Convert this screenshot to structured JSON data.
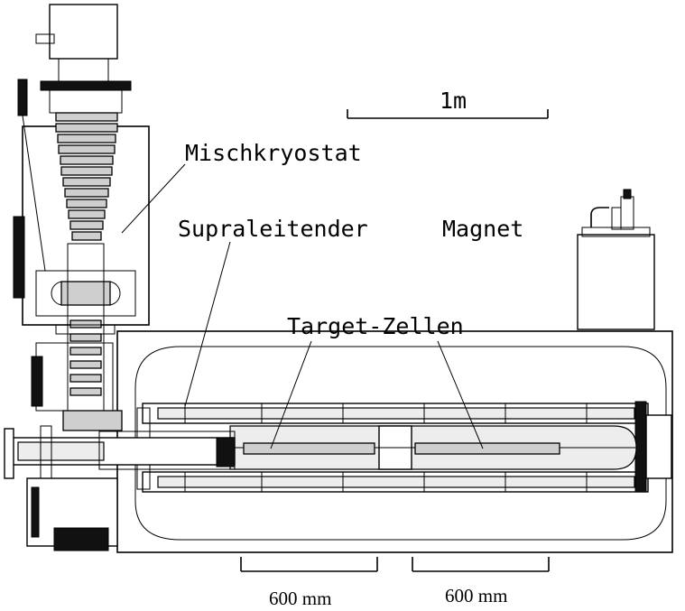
{
  "labels": {
    "scale_bar": "1m",
    "mischkryostat": "Mischkryostat",
    "supraleitender": "Supraleitender",
    "magnet": "Magnet",
    "target_zellen": "Target-Zellen",
    "dim_left": "600 mm",
    "dim_right": "600 mm"
  }
}
